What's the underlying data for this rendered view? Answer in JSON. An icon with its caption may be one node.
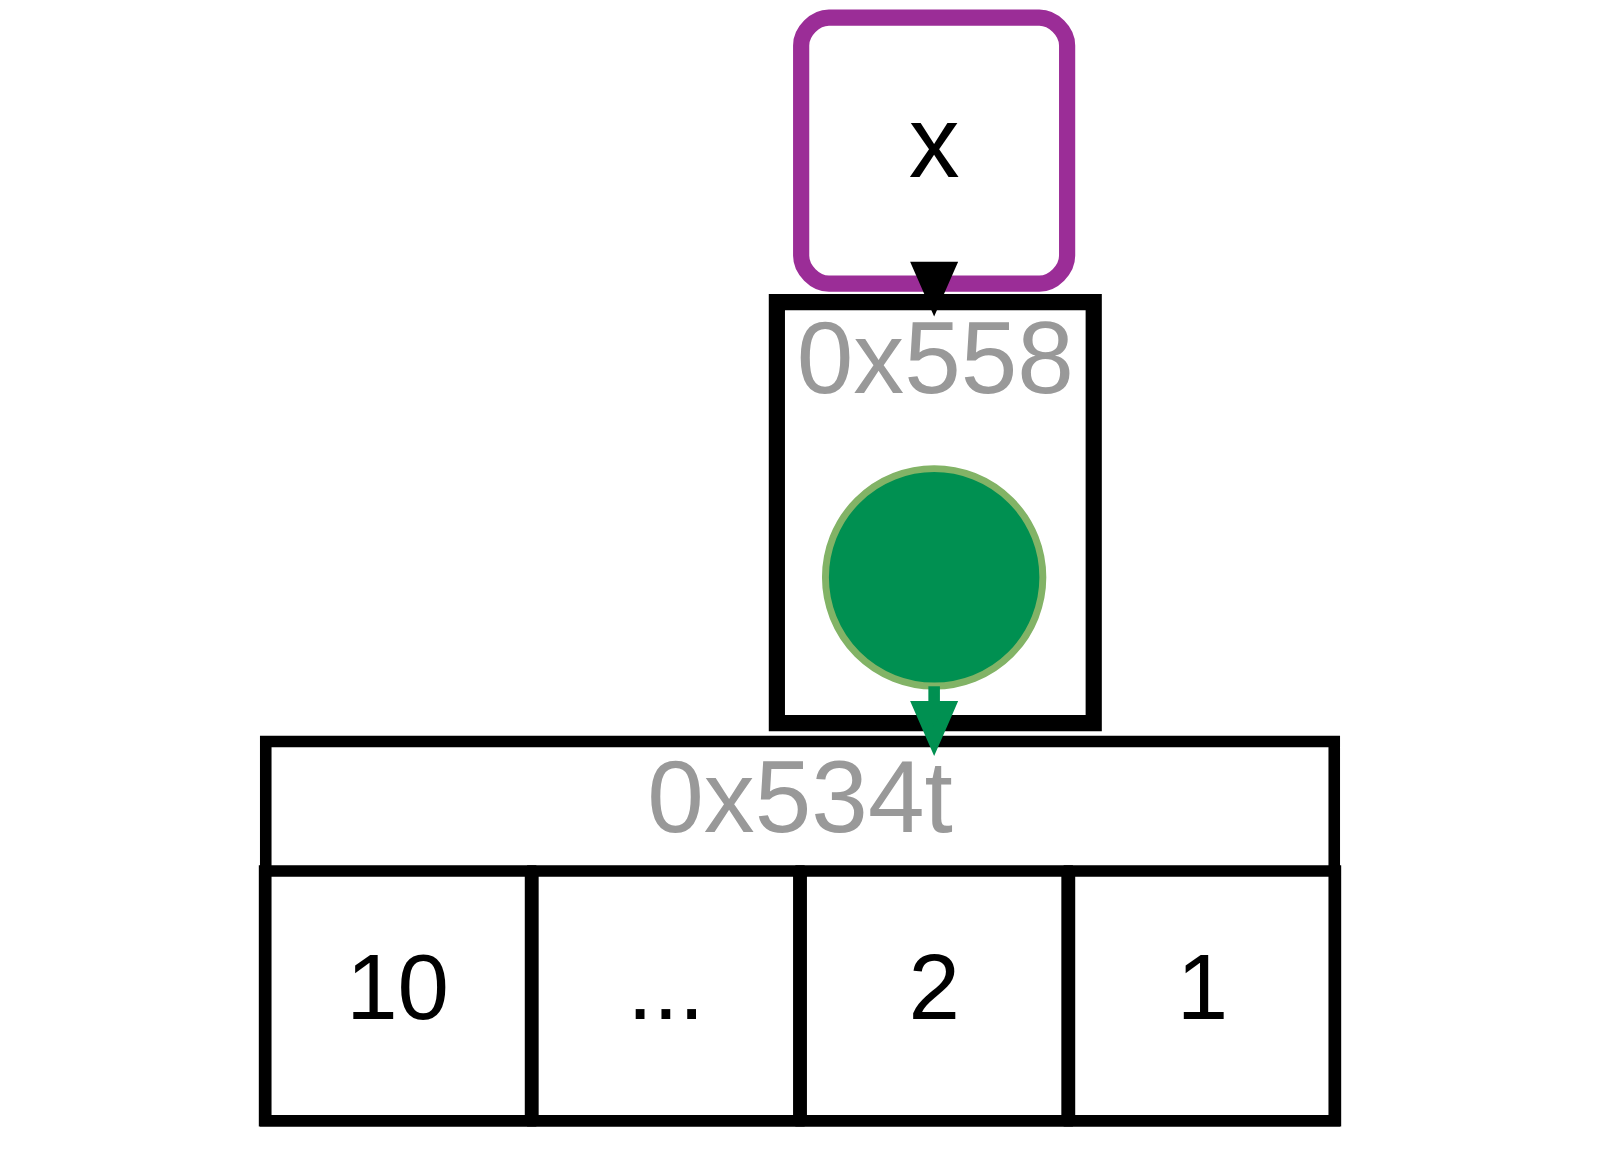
{
  "diagram": {
    "nodes": [
      {
        "text": [
          "x"
        ]
      },
      {
        "text": [
          "0x558"
        ]
      },
      {
        "text": [],
        "shape": "circle",
        "in": 1
      },
      {
        "text": [
          "0x534t"
        ]
      },
      {
        "text": [
          "1"
        ],
        "in": 3
      },
      {
        "text": [
          "2"
        ],
        "in": 3
      },
      {
        "text": [
          "..."
        ],
        "in": 3
      },
      {
        "text": [
          "10"
        ],
        "in": 3
      }
    ],
    "edges": [
      {
        "from": 0,
        "to": 1,
        "arrow": "to"
      },
      {
        "from": 2,
        "to": 3,
        "arrow": "to",
        "color": "#009051"
      }
    ]
  }
}
